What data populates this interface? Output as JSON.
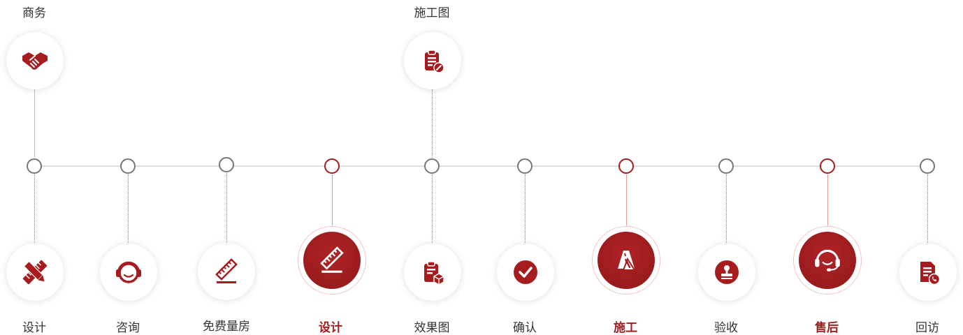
{
  "colors": {
    "accent": "#a51b1e",
    "node_gray": "#777777",
    "line": "#dedede",
    "text": "#333333"
  },
  "top_steps": [
    {
      "label": "商务",
      "icon": "handshake-icon"
    },
    {
      "label": "施工图",
      "icon": "clipboard-pen-icon"
    }
  ],
  "steps": [
    {
      "label": "设计",
      "icon": "ruler-pencil-icon",
      "highlighted": false
    },
    {
      "label": "咨询",
      "icon": "headset-icon",
      "highlighted": false
    },
    {
      "label": "免费量房",
      "icon": "ruler-icon",
      "highlighted": false
    },
    {
      "label": "设计",
      "icon": "ruler-icon",
      "highlighted": true
    },
    {
      "label": "效果图",
      "icon": "clipboard-box-icon",
      "highlighted": false
    },
    {
      "label": "确认",
      "icon": "check-circle-icon",
      "highlighted": false
    },
    {
      "label": "施工",
      "icon": "road-construction-icon",
      "highlighted": true
    },
    {
      "label": "验收",
      "icon": "stamp-icon",
      "highlighted": false
    },
    {
      "label": "售后",
      "icon": "headset-icon",
      "highlighted": true
    },
    {
      "label": "回访",
      "icon": "document-phone-icon",
      "highlighted": false
    }
  ]
}
